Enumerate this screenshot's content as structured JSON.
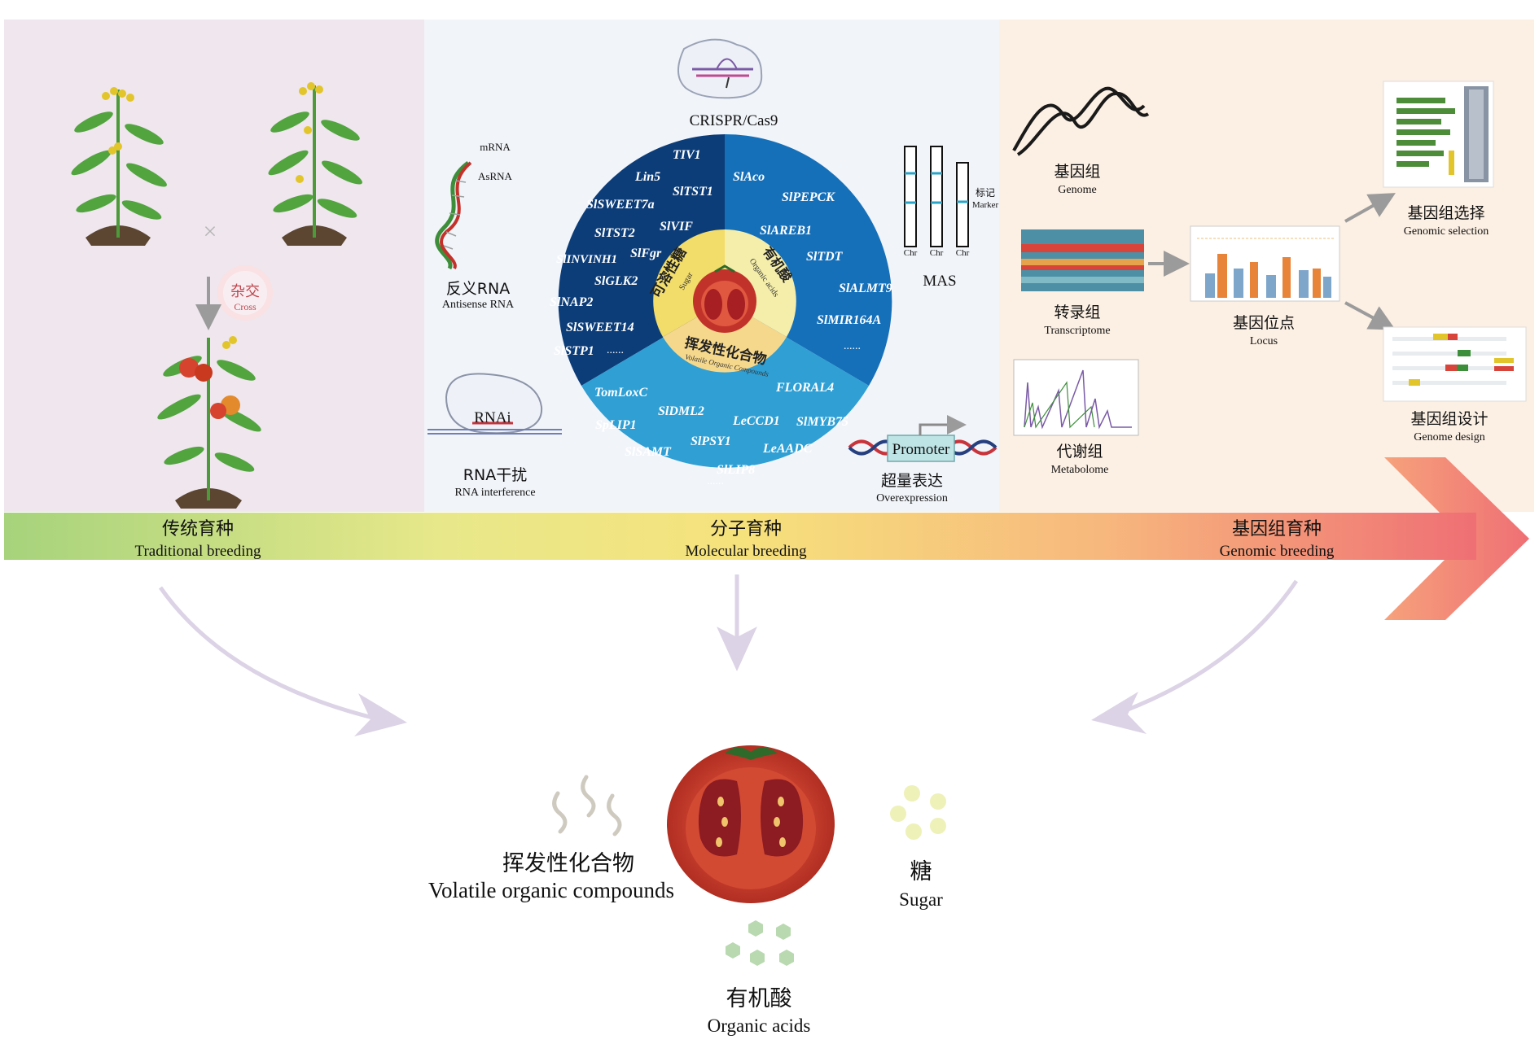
{
  "stages": [
    {
      "cn": "传统育种",
      "en": "Traditional breeding"
    },
    {
      "cn": "分子育种",
      "en": "Molecular breeding"
    },
    {
      "cn": "基因组育种",
      "en": "Genomic breeding"
    }
  ],
  "traditional": {
    "cross_cn": "杂交",
    "cross_en": "Cross",
    "times": "×"
  },
  "molecular": {
    "crispr": "CRISPR/Cas9",
    "antisense": {
      "mrna": "mRNA",
      "asrna": "AsRNA",
      "cn": "反义RNA",
      "en": "Antisense RNA"
    },
    "rnai": {
      "label": "RNAi",
      "cn": "RNA干扰",
      "en": "RNA interference"
    },
    "mas": {
      "chr": "Chr",
      "marker_cn": "标记",
      "marker_en": "Marker",
      "label": "MAS"
    },
    "overexpression": {
      "promoter": "Promoter",
      "cn": "超量表达",
      "en": "Overexpression"
    },
    "wheel": {
      "sugar_cn": "可溶性糖",
      "sugar_en": "Sugar",
      "acid_cn": "有机酸",
      "acid_en": "Organic acids",
      "volatile_cn": "挥发性化合物",
      "volatile_en": "Volatile Organic Compounds",
      "sugar_genes": [
        "TIV1",
        "Lin5",
        "SlTST1",
        "SlSWEET7a",
        "SlVIF",
        "SlTST2",
        "SlFgr",
        "SlINVINH1",
        "SlGLK2",
        "SlNAP2",
        "SlSWEET14",
        "SlSTP1",
        "......"
      ],
      "acid_genes": [
        "SlAco",
        "SlPEPCK",
        "SlAREB1",
        "SlTDT",
        "SlALMT9",
        "SlMIR164A",
        "......"
      ],
      "volatile_genes": [
        "TomLoxC",
        "FLORAL4",
        "SlDML2",
        "SpLIP1",
        "LeCCD1",
        "SlMYB75",
        "SlPSY1",
        "SlSAMT",
        "LeAADC",
        "SlLIP8",
        "......"
      ]
    }
  },
  "genomic": {
    "genome": {
      "cn": "基因组",
      "en": "Genome"
    },
    "transcriptome": {
      "cn": "转录组",
      "en": "Transcriptome"
    },
    "metabolome": {
      "cn": "代谢组",
      "en": "Metabolome"
    },
    "locus": {
      "cn": "基因位点",
      "en": "Locus"
    },
    "selection": {
      "cn": "基因组选择",
      "en": "Genomic selection"
    },
    "design": {
      "cn": "基因组设计",
      "en": "Genome design"
    }
  },
  "outcomes": {
    "volatile": {
      "cn": "挥发性化合物",
      "en": "Volatile organic compounds"
    },
    "sugar": {
      "cn": "糖",
      "en": "Sugar"
    },
    "acid": {
      "cn": "有机酸",
      "en": "Organic acids"
    }
  },
  "colors": {
    "panel1": "#efe6ee",
    "panel2": "#f1f4f9",
    "panel3": "#fcefe3",
    "sugar_sector": "#0c3d78",
    "acid_sector": "#1670b9",
    "volatile_sector": "#2f9fd4",
    "sugar_ring": "#f2dc6a",
    "acid_ring": "#f5eeaa",
    "volatile_ring": "#f6d88c"
  }
}
